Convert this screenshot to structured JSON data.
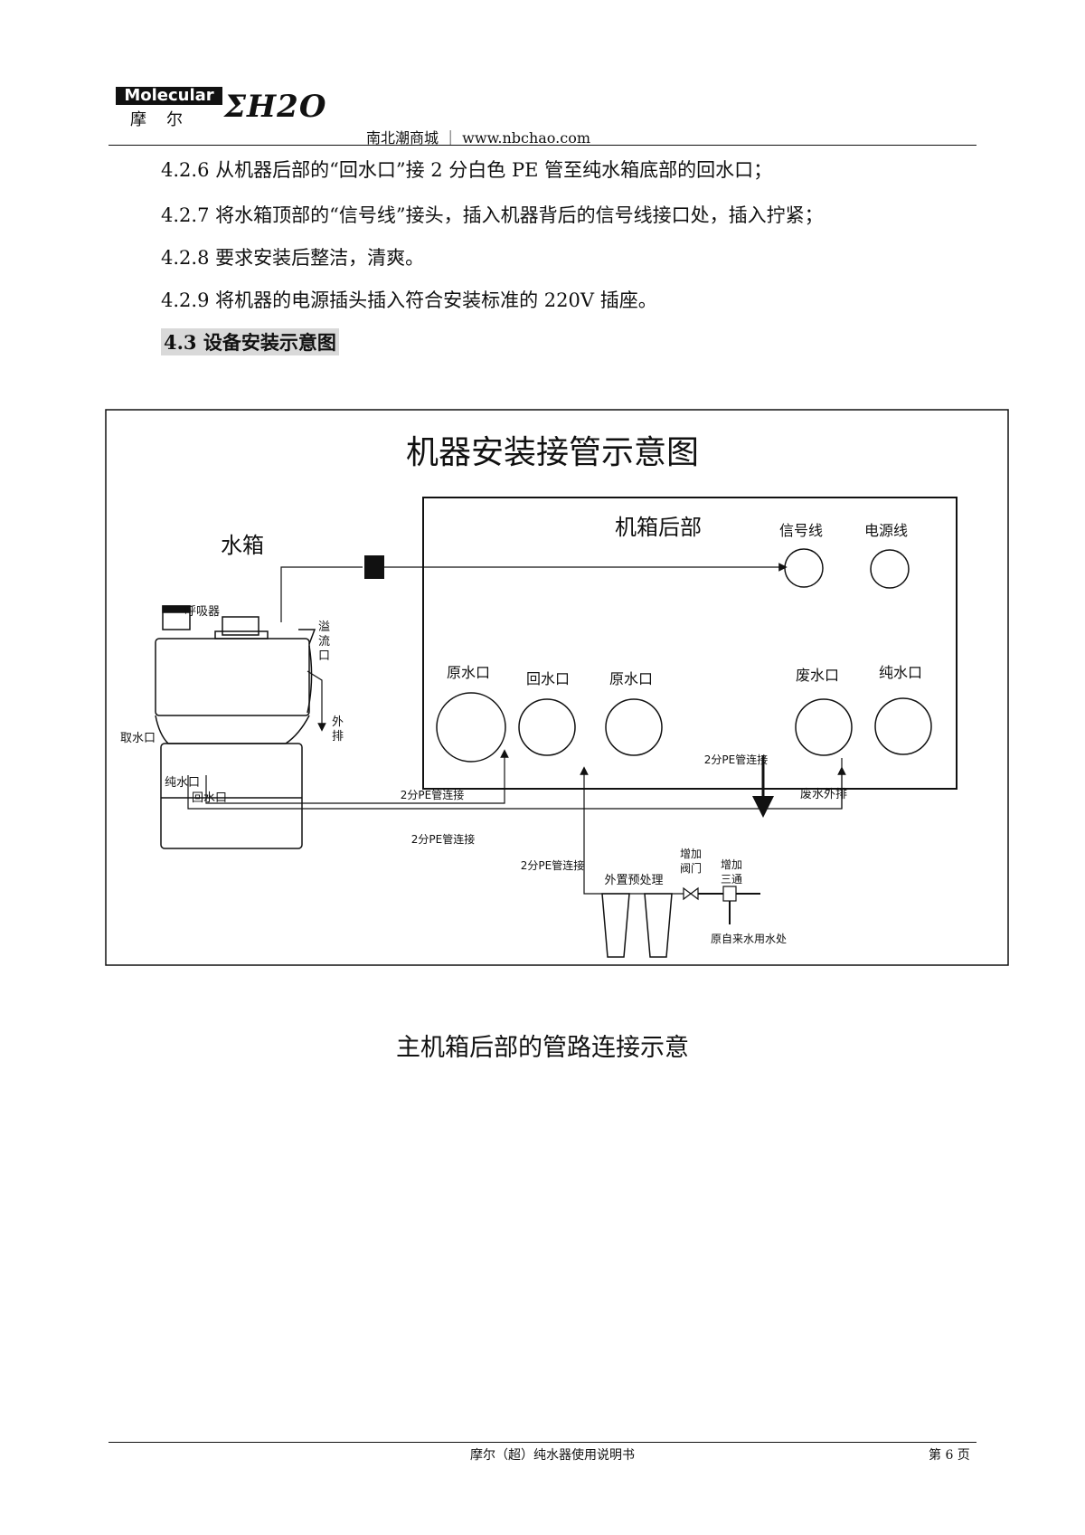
{
  "header": {
    "logo_text": "Molecular",
    "logo_cn": "摩尔",
    "logo_formula": "ΣH2O",
    "site": "南北潮商城 ｜ www.nbchao.com"
  },
  "paragraphs": [
    "4.2.6 从机器后部的“回水口”接 2 分白色 PE 管至纯水箱底部的回水口；",
    "4.2.7 将水箱顶部的“信号线”接头，插入机器背后的信号线接口处，插入拧紧；",
    "4.2.8 要求安装后整洁，清爽。",
    "4.2.9 将机器的电源插头插入符合安装标准的 220V 插座。"
  ],
  "section_title": "4.3 设备安装示意图",
  "diagram": {
    "title": "机器安装接管示意图",
    "tank_label": "水箱",
    "back_label": "机箱后部",
    "signal_line": "信号线",
    "power_line": "电源线",
    "breather": "呼吸器",
    "overflow": "溢流口",
    "drain_out": "外排",
    "take_water": "取水口",
    "pure_water_port_tank": "纯水口",
    "return_port_tank": "回水口",
    "raw_water_1": "原水口",
    "return_port": "回水口",
    "raw_water_2": "原水口",
    "waste_port": "废水口",
    "pure_port": "纯水口",
    "pe_link_1": "2分PE管连接",
    "pe_link_2": "2分PE管连接",
    "pe_link_3": "2分PE管连接",
    "pe_link_4": "2分PE管连接",
    "waste_out": "废水外排",
    "pretreat": "外置预处理",
    "add_valve": "增加阀门",
    "add_tee": "增加三通",
    "tap_source": "原自来水用水处"
  },
  "caption": "主机箱后部的管路连接示意",
  "footer": {
    "title": "摩尔（超）纯水器使用说明书",
    "page": "第 6 页"
  }
}
